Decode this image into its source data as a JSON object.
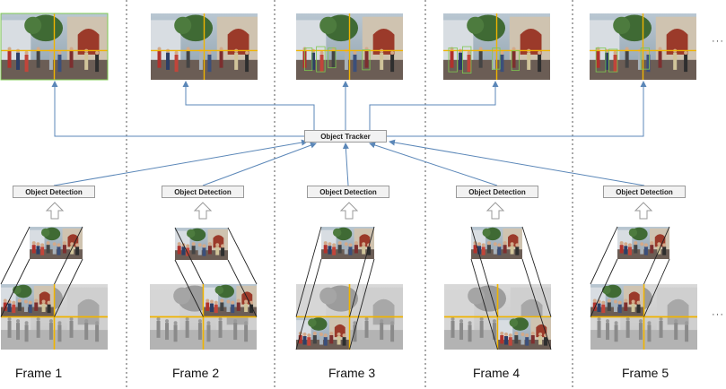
{
  "tracker": {
    "label": "Object Tracker"
  },
  "frames": [
    {
      "detection_label": "Object Detection",
      "frame_label": "Frame 1"
    },
    {
      "detection_label": "Object Detection",
      "frame_label": "Frame 2"
    },
    {
      "detection_label": "Object Detection",
      "frame_label": "Frame 3"
    },
    {
      "detection_label": "Object Detection",
      "frame_label": "Frame 4"
    },
    {
      "detection_label": "Object Detection",
      "frame_label": "Frame 5"
    }
  ],
  "continuation": {
    "top": "···",
    "bottom": "···"
  },
  "colors": {
    "arrow": "#5b87b8",
    "crosshair": "#f0b400",
    "detection_box": "#7ec850",
    "separator": "#555555"
  }
}
